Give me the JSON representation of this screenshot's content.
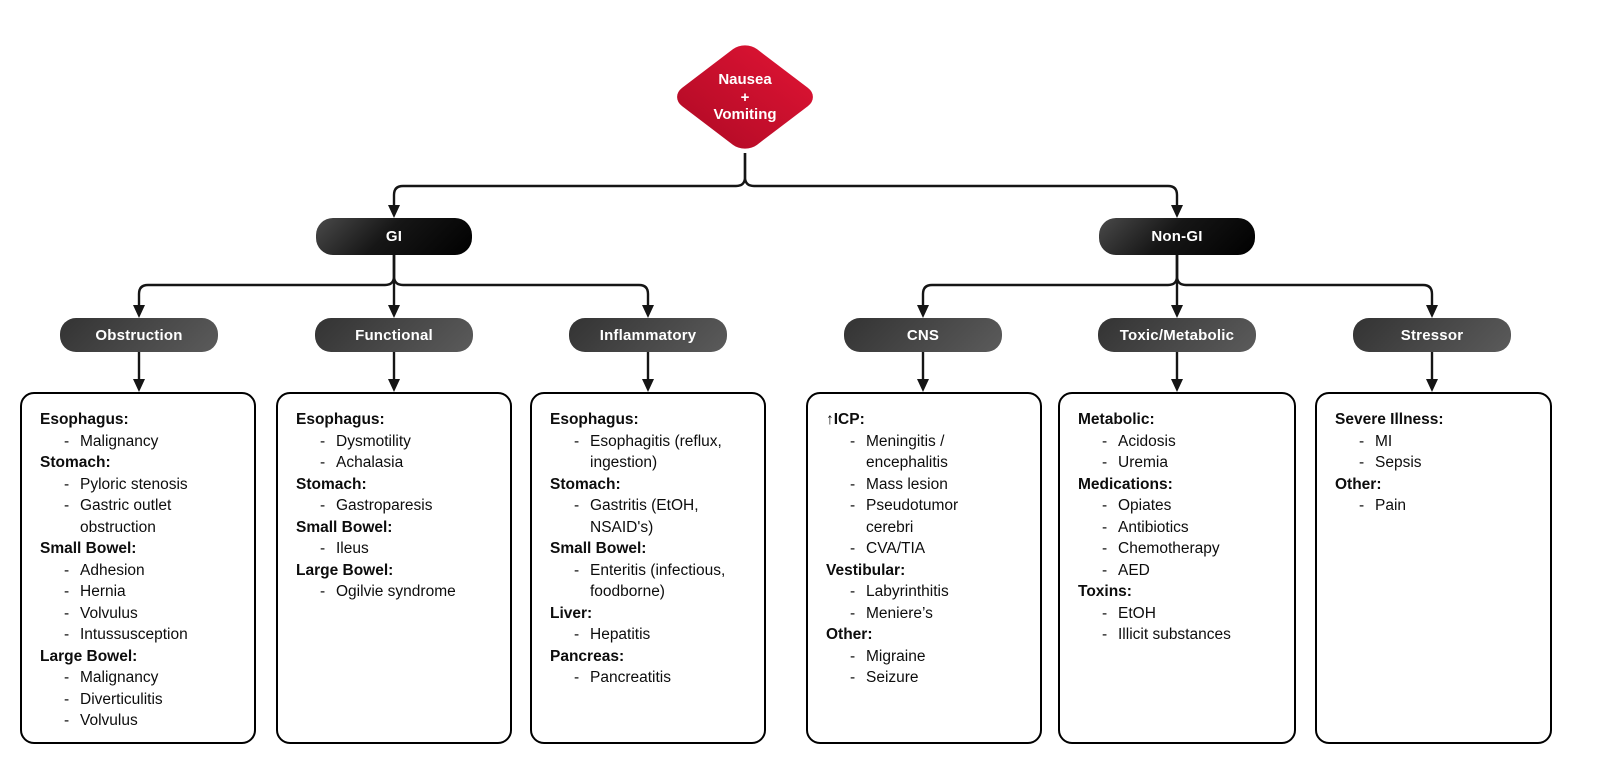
{
  "root": {
    "lines": [
      "Nausea",
      "+",
      "Vomiting"
    ]
  },
  "colors": {
    "root_fill": "#ce0e2d",
    "branch_fill": "#1a1a1a",
    "category_fill": "#4a4a4a",
    "edge": "#151515",
    "box_border": "#000000",
    "text_on_dark": "#ffffff"
  },
  "branches": [
    {
      "label": "GI",
      "children": [
        {
          "label": "Obstruction",
          "sections": [
            {
              "title": "Esophagus:",
              "items": [
                "Malignancy"
              ]
            },
            {
              "title": "Stomach:",
              "items": [
                "Pyloric stenosis",
                "Gastric outlet obstruction"
              ]
            },
            {
              "title": "Small Bowel:",
              "items": [
                "Adhesion",
                "Hernia",
                "Volvulus",
                "Intussusception"
              ]
            },
            {
              "title": "Large Bowel:",
              "items": [
                "Malignancy",
                "Diverticulitis",
                "Volvulus"
              ]
            }
          ]
        },
        {
          "label": "Functional",
          "sections": [
            {
              "title": "Esophagus:",
              "items": [
                "Dysmotility",
                "Achalasia"
              ]
            },
            {
              "title": "Stomach:",
              "items": [
                "Gastroparesis"
              ]
            },
            {
              "title": "Small Bowel:",
              "items": [
                "Ileus"
              ]
            },
            {
              "title": "Large Bowel:",
              "items": [
                "Ogilvie syndrome"
              ]
            }
          ]
        },
        {
          "label": "Inflammatory",
          "sections": [
            {
              "title": "Esophagus:",
              "items": [
                "Esophagitis (reflux, ingestion)"
              ]
            },
            {
              "title": "Stomach:",
              "items": [
                "Gastritis (EtOH, NSAID's)"
              ]
            },
            {
              "title": "Small Bowel:",
              "items": [
                "Enteritis (infectious, foodborne)"
              ]
            },
            {
              "title": "Liver:",
              "items": [
                "Hepatitis"
              ]
            },
            {
              "title": "Pancreas:",
              "items": [
                "Pancreatitis"
              ]
            }
          ]
        }
      ]
    },
    {
      "label": "Non-GI",
      "children": [
        {
          "label": "CNS",
          "sections": [
            {
              "title": "↑ICP:",
              "items": [
                "Meningitis / encephalitis",
                "Mass lesion",
                "Pseudotumor cerebri",
                "CVA/TIA"
              ]
            },
            {
              "title": "Vestibular:",
              "items": [
                "Labyrinthitis",
                "Meniere’s"
              ]
            },
            {
              "title": "Other:",
              "items": [
                "Migraine",
                "Seizure"
              ]
            }
          ]
        },
        {
          "label": "Toxic/Metabolic",
          "sections": [
            {
              "title": "Metabolic:",
              "items": [
                "Acidosis",
                "Uremia"
              ]
            },
            {
              "title": "Medications:",
              "items": [
                "Opiates",
                "Antibiotics",
                "Chemotherapy",
                "AED"
              ]
            },
            {
              "title": "Toxins:",
              "items": [
                "EtOH",
                "Illicit substances"
              ]
            }
          ]
        },
        {
          "label": "Stressor",
          "sections": [
            {
              "title": "Severe Illness:",
              "items": [
                "MI",
                "Sepsis"
              ]
            },
            {
              "title": "Other:",
              "items": [
                "Pain"
              ]
            }
          ]
        }
      ]
    }
  ]
}
